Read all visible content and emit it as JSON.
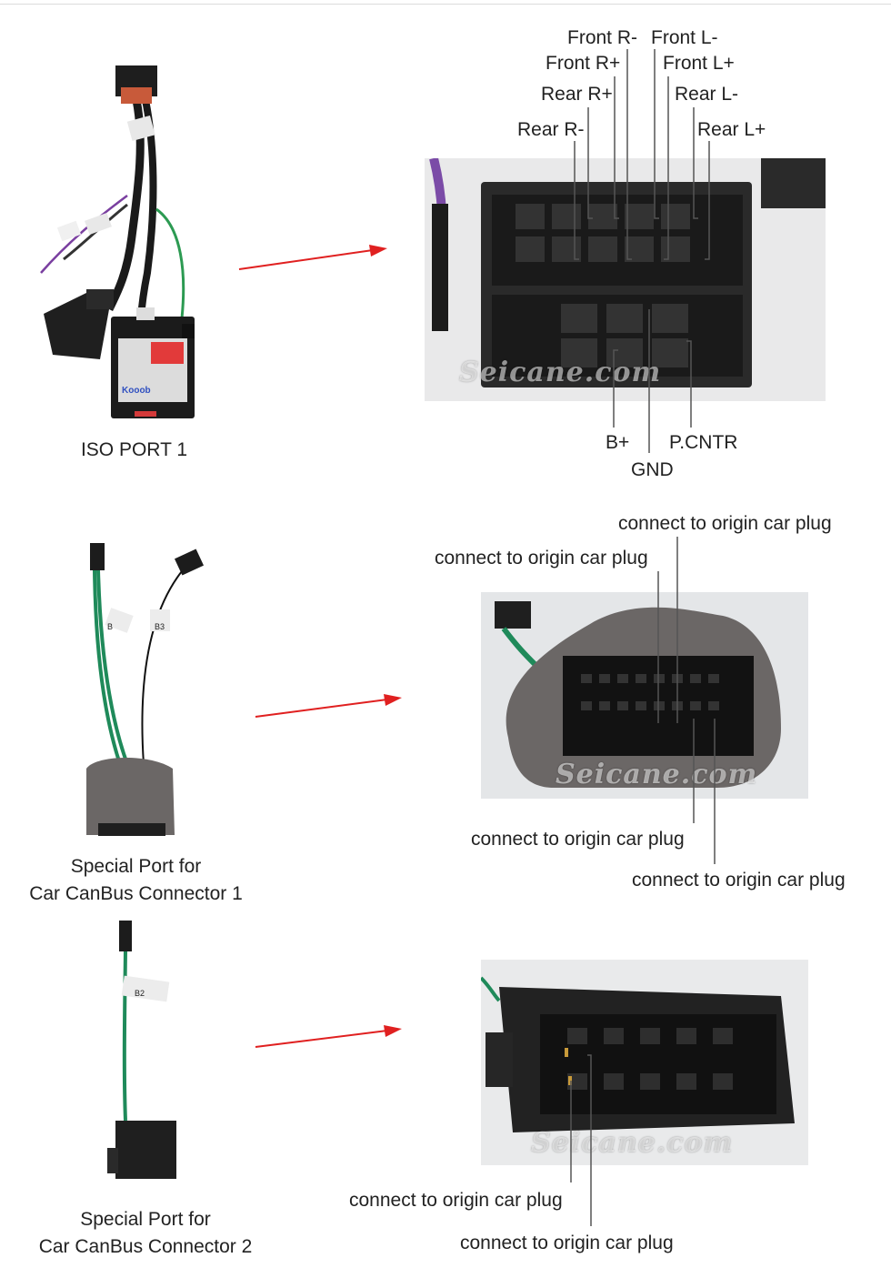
{
  "watermark": "Seicane.com",
  "section1": {
    "caption": "ISO PORT 1",
    "labels": {
      "front_r_minus": "Front R-",
      "front_l_minus": "Front L-",
      "front_r_plus": "Front R+",
      "front_l_plus": "Front L+",
      "rear_r_plus": "Rear R+",
      "rear_l_minus": "Rear L-",
      "rear_r_minus": "Rear R-",
      "rear_l_plus": "Rear L+",
      "b_plus": "B+",
      "p_cntr": "P.CNTR",
      "gnd": "GND"
    },
    "module_text": "Kooob"
  },
  "section2": {
    "caption_line1": "Special Port for",
    "caption_line2": "Car CanBus Connector 1",
    "labels": [
      "connect to origin car plug",
      "connect to origin car plug",
      "connect to origin car plug",
      "connect to origin car plug"
    ],
    "tag_a": "B",
    "tag_b": "B3"
  },
  "section3": {
    "caption_line1": "Special Port for",
    "caption_line2": "Car CanBus Connector 2",
    "labels": [
      "connect to origin car plug",
      "connect to origin car plug"
    ],
    "tag": "B2"
  },
  "colors": {
    "arrow": "#e02020",
    "leader": "#555555",
    "wire_green": "#1f8a5a",
    "connector": "#2a2a2a",
    "foam": "#6b6766"
  }
}
